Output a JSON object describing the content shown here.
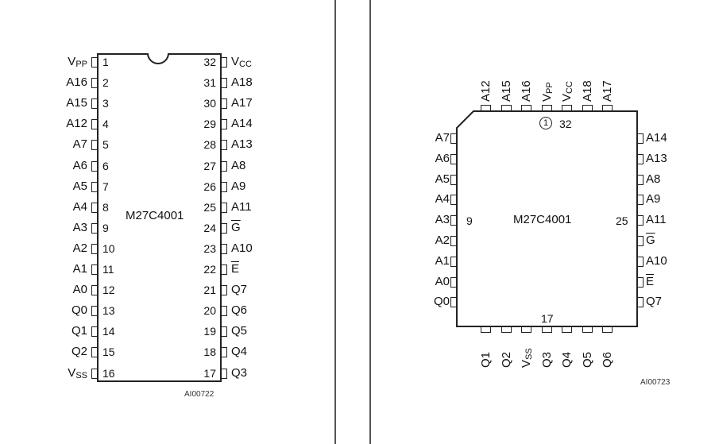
{
  "dip": {
    "part_name": "M27C4001",
    "reference": "AI00722",
    "left_pins": [
      {
        "num": "1",
        "name": "VPP"
      },
      {
        "num": "2",
        "name": "A16"
      },
      {
        "num": "3",
        "name": "A15"
      },
      {
        "num": "4",
        "name": "A12"
      },
      {
        "num": "5",
        "name": "A7"
      },
      {
        "num": "6",
        "name": "A6"
      },
      {
        "num": "7",
        "name": "A5"
      },
      {
        "num": "8",
        "name": "A4"
      },
      {
        "num": "9",
        "name": "A3"
      },
      {
        "num": "10",
        "name": "A2"
      },
      {
        "num": "11",
        "name": "A1"
      },
      {
        "num": "12",
        "name": "A0"
      },
      {
        "num": "13",
        "name": "Q0"
      },
      {
        "num": "14",
        "name": "Q1"
      },
      {
        "num": "15",
        "name": "Q2"
      },
      {
        "num": "16",
        "name": "VSS"
      }
    ],
    "right_pins": [
      {
        "num": "32",
        "name": "VCC"
      },
      {
        "num": "31",
        "name": "A18"
      },
      {
        "num": "30",
        "name": "A17"
      },
      {
        "num": "29",
        "name": "A14"
      },
      {
        "num": "28",
        "name": "A13"
      },
      {
        "num": "27",
        "name": "A8"
      },
      {
        "num": "26",
        "name": "A9"
      },
      {
        "num": "25",
        "name": "A11"
      },
      {
        "num": "24",
        "name": "G"
      },
      {
        "num": "23",
        "name": "A10"
      },
      {
        "num": "22",
        "name": "E"
      },
      {
        "num": "21",
        "name": "Q7"
      },
      {
        "num": "20",
        "name": "Q6"
      },
      {
        "num": "19",
        "name": "Q5"
      },
      {
        "num": "18",
        "name": "Q4"
      },
      {
        "num": "17",
        "name": "Q3"
      }
    ]
  },
  "plcc": {
    "part_name": "M27C4001",
    "reference": "AI00723",
    "pin1_marker": "1",
    "top_pins": [
      "A12",
      "A15",
      "A16",
      "VPP",
      "VCC",
      "A18",
      "A17"
    ],
    "top_number": "32",
    "left_pins": [
      "A7",
      "A6",
      "A5",
      "A4",
      "A3",
      "A2",
      "A1",
      "A0",
      "Q0"
    ],
    "left_number": "9",
    "right_pins": [
      "A14",
      "A13",
      "A8",
      "A9",
      "A11",
      "G",
      "A10",
      "E",
      "Q7"
    ],
    "right_number": "25",
    "bottom_pins": [
      "Q1",
      "Q2",
      "VSS",
      "Q3",
      "Q4",
      "Q5",
      "Q6"
    ],
    "bottom_number": "17"
  }
}
